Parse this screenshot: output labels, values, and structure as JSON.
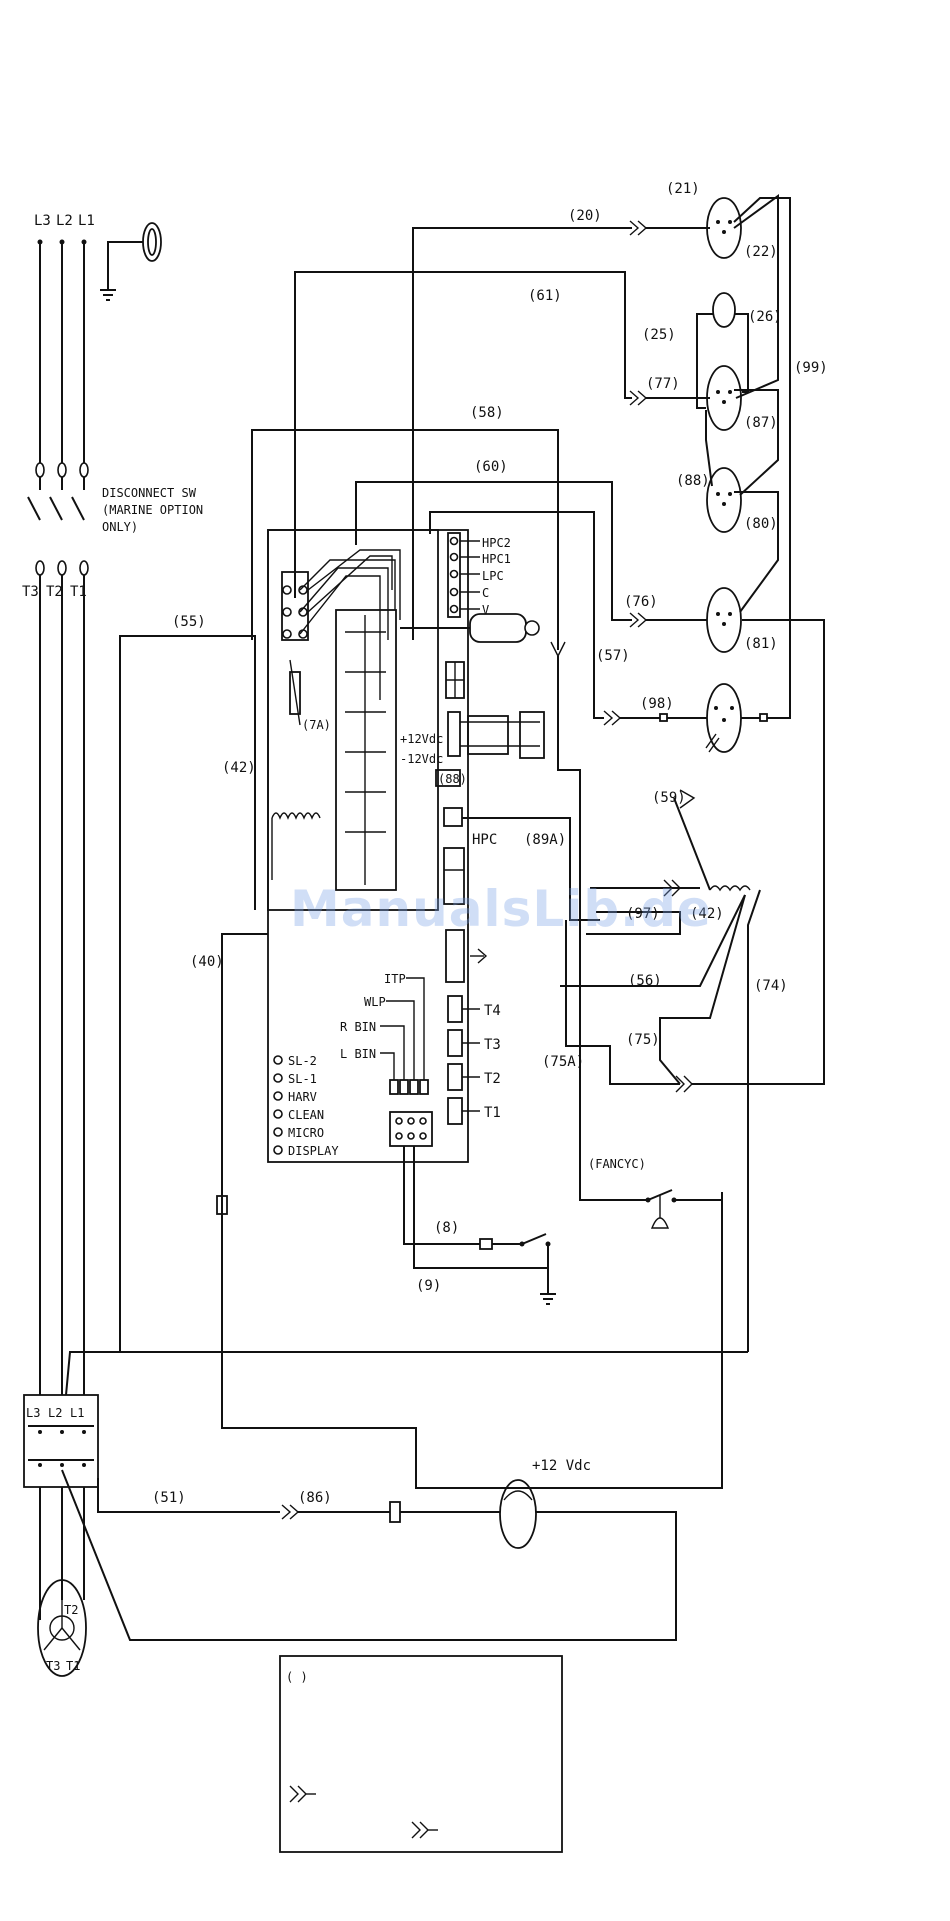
{
  "supply": {
    "lines": [
      "L3",
      "L2",
      "L1"
    ],
    "load_terms": [
      "T3",
      "T2",
      "T1"
    ],
    "disconnect_label_1": "DISCONNECT SW",
    "disconnect_label_2": "(MARINE OPTION",
    "disconnect_label_3": "ONLY)"
  },
  "wire_labels": {
    "w20": "(20)",
    "w21": "(21)",
    "w22": "(22)",
    "w61": "(61)",
    "w25": "(25)",
    "w26": "(26)",
    "w77": "(77)",
    "w99": "(99)",
    "w87": "(87)",
    "w58": "(58)",
    "w60": "(60)",
    "w88a": "(88)",
    "w80": "(80)",
    "w76": "(76)",
    "w81": "(81)",
    "w57": "(57)",
    "w55": "(55)",
    "w7a": "(7A)",
    "w98": "(98)",
    "w42a": "(42)",
    "w88b": "(88)",
    "w59": "(59)",
    "w89a": "(89A)",
    "w97": "(97)",
    "w42b": "(42)",
    "w40": "(40)",
    "w56": "(56)",
    "w74": "(74)",
    "w75": "(75)",
    "w75a": "(75A)",
    "w8": "(8)",
    "w9": "(9)",
    "w51": "(51)",
    "w86": "(86)"
  },
  "board": {
    "pressure_terms": [
      "HPC2",
      "HPC1",
      "LPC",
      "C",
      "V"
    ],
    "plus12": "+12Vdc",
    "minus12": "-12Vdc",
    "hpc": "HPC",
    "inputs": [
      "ITP",
      "WLP",
      "R BIN",
      "L BIN"
    ],
    "thermistors": [
      "T4",
      "T3",
      "T2",
      "T1"
    ],
    "leds": [
      "SL-2",
      "SL-1",
      "HARV",
      "CLEAN",
      "MICRO",
      "DISPLAY"
    ]
  },
  "fancyc": "(FANCYC)",
  "contactor_terms": [
    "L3",
    "L2",
    "L1"
  ],
  "motor_terms": {
    "t2": "T2",
    "t3": "T3",
    "t1": "T1"
  },
  "fan_voltage": "+12 Vdc",
  "legend": {
    "bracket": "( )"
  },
  "watermark": "ManualsLib.de"
}
